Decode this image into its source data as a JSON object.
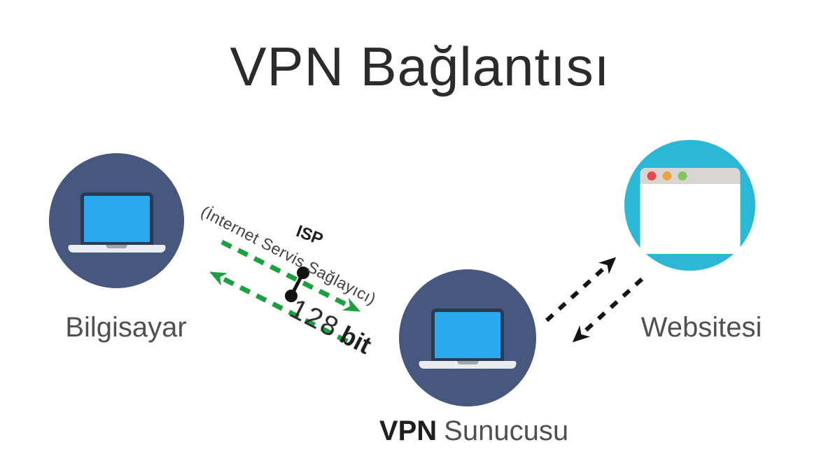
{
  "title": "VPN Bağlantısı",
  "nodes": {
    "computer": {
      "label": "Bilgisayar"
    },
    "vpn_server": {
      "label_bold": "VPN",
      "label_rest": "Sunucusu"
    },
    "website": {
      "label": "Websitesi"
    }
  },
  "link_computer_vpn": {
    "provider_abbr": "ISP",
    "provider_full": "(İnternet Servis Sağlayıcı)",
    "encryption_value": "128",
    "encryption_unit": "bit"
  },
  "icons": {
    "computer": "laptop-icon",
    "vpn_server": "laptop-icon",
    "website": "browser-window-icon",
    "encrypted_link": "two-dot-connector-icon"
  },
  "colors": {
    "node_dark_blue": "#47587E",
    "node_cyan": "#29B9D6",
    "laptop_screen_blue": "#29A9F0",
    "laptop_bezel": "#2B3A50",
    "laptop_base": "#E9EDF1",
    "laptop_notch": "#9EA6AD",
    "green_arrow": "#1BA03F",
    "black_arrow": "#141414",
    "browser_header": "#D8D6D3",
    "browser_dot_red": "#E8494B",
    "browser_dot_orange": "#ECA43D",
    "browser_dot_green": "#7FC75C",
    "text_dark": "#1F1F1F",
    "text_gray": "#505053",
    "title_color": "#2B2B2B",
    "background": "#FFFFFF"
  }
}
